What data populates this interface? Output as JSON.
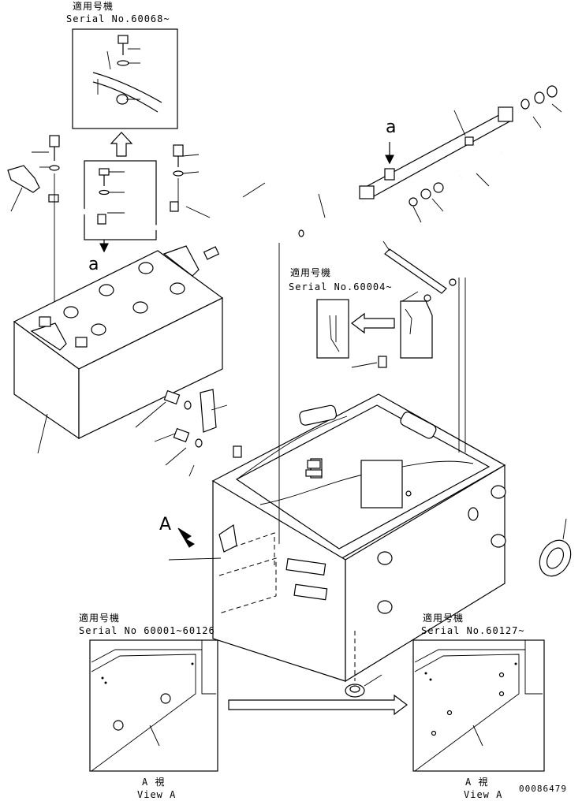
{
  "labels": {
    "top_inset_jp": "適用号機",
    "top_inset_serial": "Serial No.60068~",
    "mid_inset_jp": "適用号機",
    "mid_inset_serial": "Serial No.60004~",
    "left_view_jp": "適用号機",
    "left_view_serial": "Serial No 60001~60126",
    "right_view_jp": "適用号機",
    "right_view_serial": "Serial No.60127~",
    "view_jp_left": "A 視",
    "view_en_left": "View A",
    "view_jp_right": "A 視",
    "view_en_right": "View A",
    "ref_a_upper": "a",
    "ref_a_lower": "a",
    "view_arrow_letter": "A",
    "drawing_number": "00086479"
  }
}
